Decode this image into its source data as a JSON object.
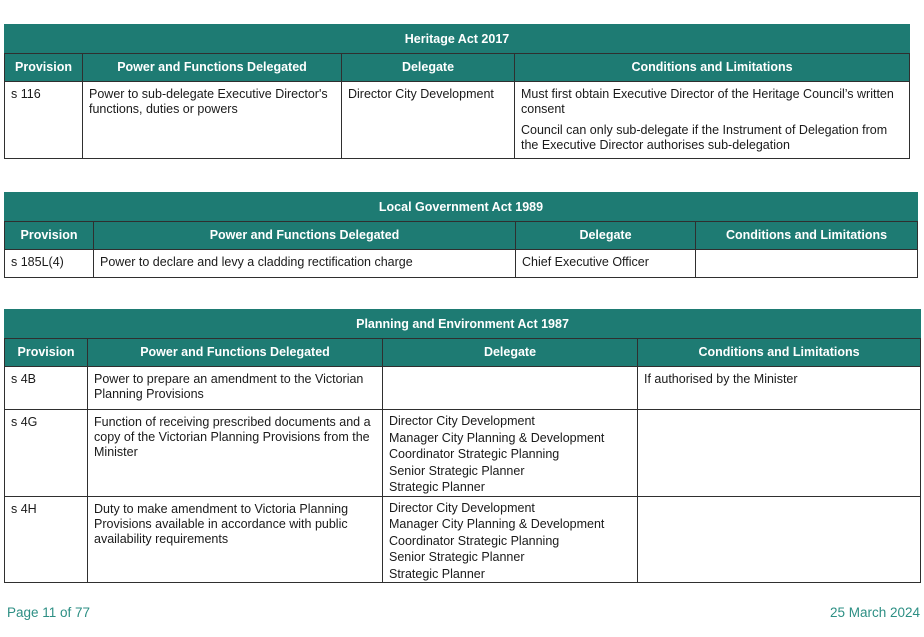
{
  "tables": [
    {
      "title": "Heritage Act 2017",
      "headers": [
        "Provision",
        "Power and Functions Delegated",
        "Delegate",
        "Conditions and Limitations"
      ],
      "rows": [
        {
          "provision": "s 116",
          "power": "Power to sub-delegate Executive Director's functions, duties or powers",
          "delegate": [
            "Director City Development"
          ],
          "conditions": [
            "Must first obtain Executive Director of the Heritage Council’s written consent",
            "Council can only sub-delegate if the Instrument of Delegation from the Executive Director authorises sub-delegation"
          ]
        }
      ]
    },
    {
      "title": "Local Government Act 1989",
      "headers": [
        "Provision",
        "Power and Functions Delegated",
        "Delegate",
        "Conditions and Limitations"
      ],
      "rows": [
        {
          "provision": "s 185L(4)",
          "power": "Power to declare and levy a cladding rectification charge",
          "delegate": [
            "Chief Executive Officer"
          ],
          "conditions": []
        }
      ]
    },
    {
      "title": "Planning and Environment Act 1987",
      "headers": [
        "Provision",
        "Power and Functions Delegated",
        "Delegate",
        "Conditions and Limitations"
      ],
      "rows": [
        {
          "provision": "s 4B",
          "power": "Power to prepare an amendment to the Victorian Planning Provisions",
          "delegate": [],
          "conditions": [
            "If authorised by the Minister"
          ]
        },
        {
          "provision": "s 4G",
          "power": "Function of receiving prescribed documents and a copy of the Victorian Planning Provisions from the Minister",
          "delegate": [
            "Director City Development",
            "Manager City Planning & Development",
            "Coordinator Strategic Planning",
            "Senior Strategic Planner",
            "Strategic Planner"
          ],
          "conditions": []
        },
        {
          "provision": "s 4H",
          "power": "Duty to make amendment to Victoria Planning Provisions available in accordance with public availability requirements",
          "delegate": [
            "Director City Development",
            "Manager City Planning & Development",
            "Coordinator Strategic Planning",
            "Senior Strategic Planner",
            "Strategic Planner"
          ],
          "conditions": []
        }
      ]
    }
  ],
  "footer": {
    "page": "Page 11 of 77",
    "date": "25 March 2024"
  },
  "colors": {
    "header_bg": "#1e7b73",
    "footer_text": "#2d8f84"
  }
}
